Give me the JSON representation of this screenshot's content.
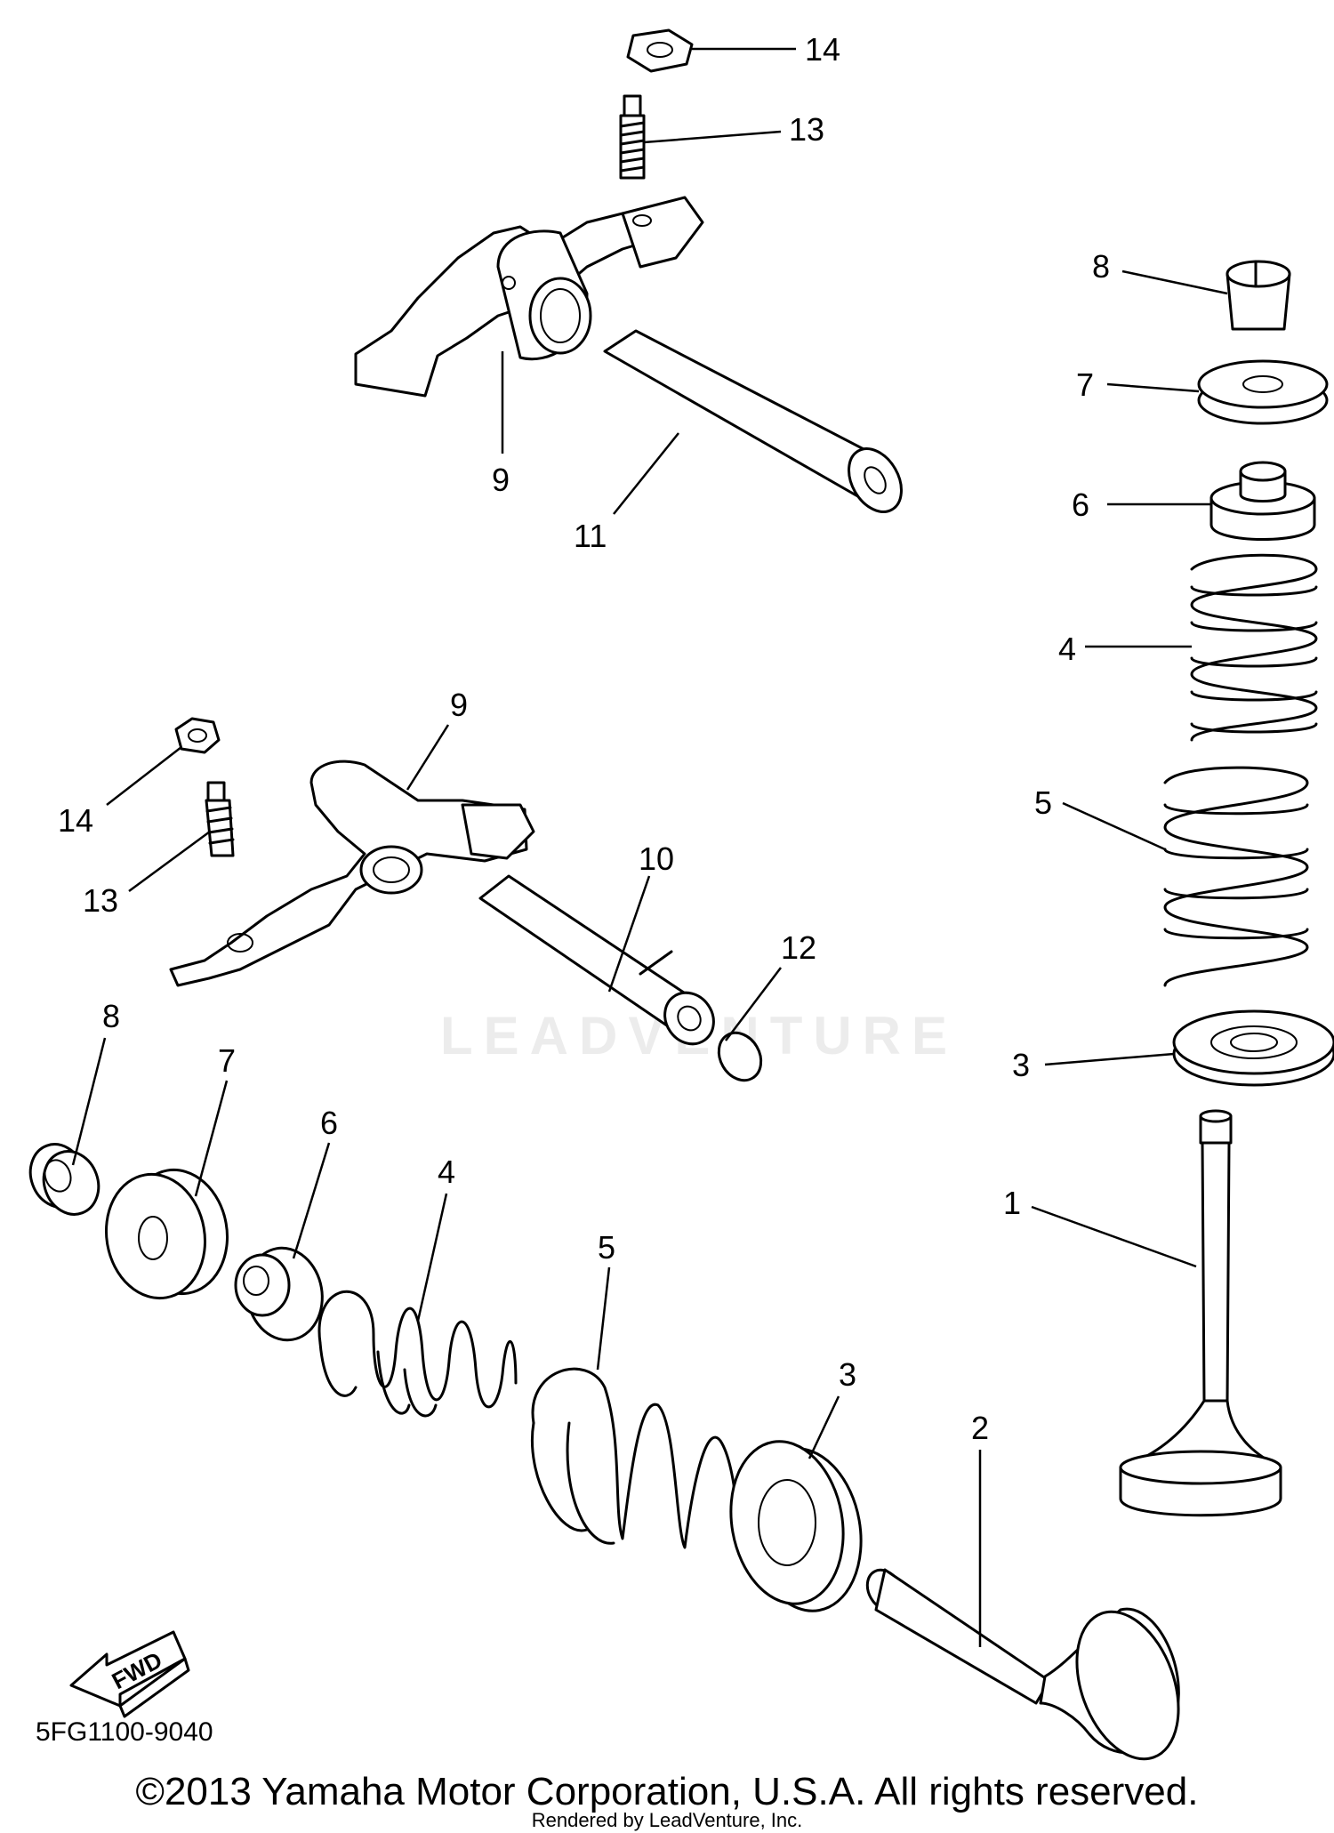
{
  "callouts": {
    "p14_top": "14",
    "p13_top": "13",
    "p9_top": "9",
    "p11": "11",
    "p9_mid": "9",
    "p14_mid": "14",
    "p13_mid": "13",
    "p10": "10",
    "p12": "12",
    "p8_right": "8",
    "p7_right": "7",
    "p6_right": "6",
    "p4_right": "4",
    "p5_right": "5",
    "p3_right": "3",
    "p1": "1",
    "p8_left": "8",
    "p7_left": "7",
    "p6_left": "6",
    "p4_left": "4",
    "p5_left": "5",
    "p3_left": "3",
    "p2": "2"
  },
  "fwd_label": "FWD",
  "diagram_code": "5FG1100-9040",
  "watermark": "LEADVENTURE",
  "copyright": "©2013 Yamaha Motor Corporation, U.S.A. All rights reserved.",
  "rendered_by": "Rendered by LeadVenture, Inc."
}
